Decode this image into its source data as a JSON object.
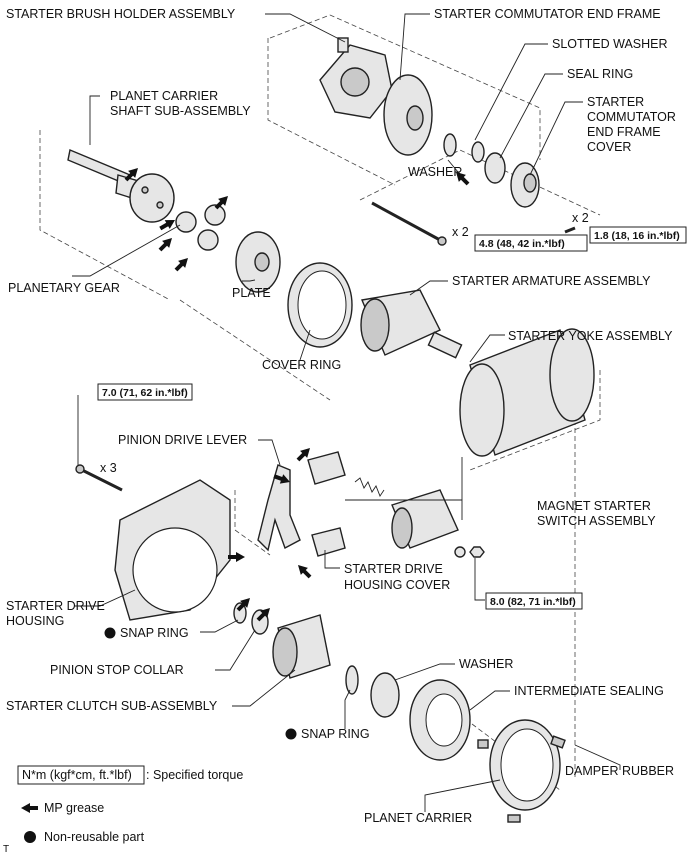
{
  "labels": {
    "brush_holder": "STARTER BRUSH HOLDER ASSEMBLY",
    "commutator_frame": "STARTER COMMUTATOR END FRAME",
    "slotted_washer": "SLOTTED WASHER",
    "seal_ring": "SEAL RING",
    "frame_cover_1": "STARTER",
    "frame_cover_2": "COMMUTATOR",
    "frame_cover_3": "END FRAME",
    "frame_cover_4": "COVER",
    "planet_carrier_shaft_1": "PLANET CARRIER",
    "planet_carrier_shaft_2": "SHAFT SUB-ASSEMBLY",
    "washer_top": "WASHER",
    "planetary_gear": "PLANETARY GEAR",
    "plate": "PLATE",
    "armature": "STARTER ARMATURE ASSEMBLY",
    "yoke": "STARTER YOKE ASSEMBLY",
    "cover_ring": "COVER RING",
    "pinion_drive_lever": "PINION DRIVE LEVER",
    "magnet_switch_1": "MAGNET STARTER",
    "magnet_switch_2": "SWITCH ASSEMBLY",
    "drive_housing_cover_1": "STARTER DRIVE",
    "drive_housing_cover_2": "HOUSING COVER",
    "drive_housing_1": "STARTER DRIVE",
    "drive_housing_2": "HOUSING",
    "snap_ring_upper": "SNAP RING",
    "pinion_stop_collar": "PINION STOP COLLAR",
    "washer_bottom": "WASHER",
    "intermediate_sealing": "INTERMEDIATE SEALING",
    "clutch": "STARTER CLUTCH SUB-ASSEMBLY",
    "snap_ring_lower": "SNAP RING",
    "damper_rubber": "DAMPER RUBBER",
    "planet_carrier": "PLANET CARRIER"
  },
  "quantities": {
    "bolt_top": "x 2",
    "screw_cover": "x 2",
    "bolt_left": "x 3"
  },
  "torques": {
    "through_bolt": "4.8 (48, 42 in.*lbf)",
    "cover_screw": "1.8 (18, 16 in.*lbf)",
    "housing_bolt": "7.0 (71, 62 in.*lbf)",
    "terminal_nut": "8.0 (82, 71 in.*lbf)"
  },
  "legend": {
    "torque_box": "N*m (kgf*cm, ft.*lbf)",
    "torque_desc": ": Specified torque",
    "grease": "MP grease",
    "non_reusable": "Non-reusable part"
  },
  "corner_mark": "T"
}
